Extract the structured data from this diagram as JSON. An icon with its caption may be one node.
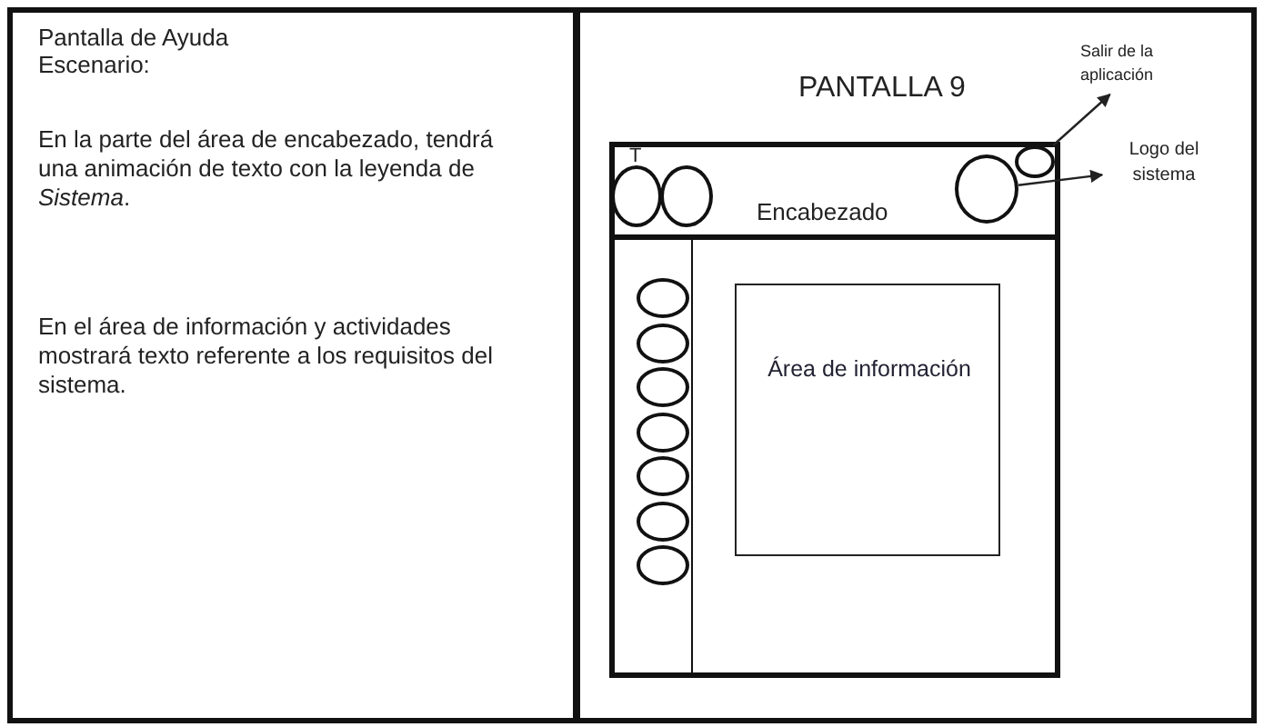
{
  "diagram": {
    "nodes": [
      {
        "text": [
          "Pantalla de Ayuda",
          "Escenario:",
          "En la parte del área de encabezado, tendrá una animación de texto con la leyenda de *Sistema*.",
          "En el área de información y actividades mostrará texto referente a los requisitos del sistema."
        ]
      },
      {
        "text": [
          "PANTALLA 9"
        ]
      },
      {
        "text": [],
        "shape": "box",
        "in": 1
      },
      {
        "text": [
          "Encabezado"
        ],
        "in": 2
      },
      {
        "text": [
          "T"
        ],
        "in": 3
      },
      {
        "text": [],
        "shape": "circle",
        "in": 3
      },
      {
        "text": [],
        "shape": "circle",
        "in": 3
      },
      {
        "text": [],
        "shape": "circle",
        "in": 3
      },
      {
        "text": [
          "Salir de la aplicación"
        ],
        "in": 1
      },
      {
        "text": [
          "Logo del sistema"
        ],
        "in": 1
      },
      {
        "text": [],
        "shape": "box",
        "in": 2
      },
      {
        "text": [],
        "shape": "circle",
        "in": 10
      },
      {
        "text": [],
        "shape": "circle",
        "in": 10
      },
      {
        "text": [],
        "shape": "circle",
        "in": 10
      },
      {
        "text": [],
        "shape": "circle",
        "in": 10
      },
      {
        "text": [],
        "shape": "circle",
        "in": 10
      },
      {
        "text": [],
        "shape": "circle",
        "in": 10
      },
      {
        "text": [],
        "shape": "circle",
        "in": 10
      },
      {
        "text": [
          "Área de información"
        ],
        "in": 2
      }
    ],
    "edges": [
      {
        "from": 7,
        "to": 8,
        "arrow": "to"
      },
      {
        "from": 6,
        "to": 9,
        "arrow": "to"
      }
    ]
  }
}
